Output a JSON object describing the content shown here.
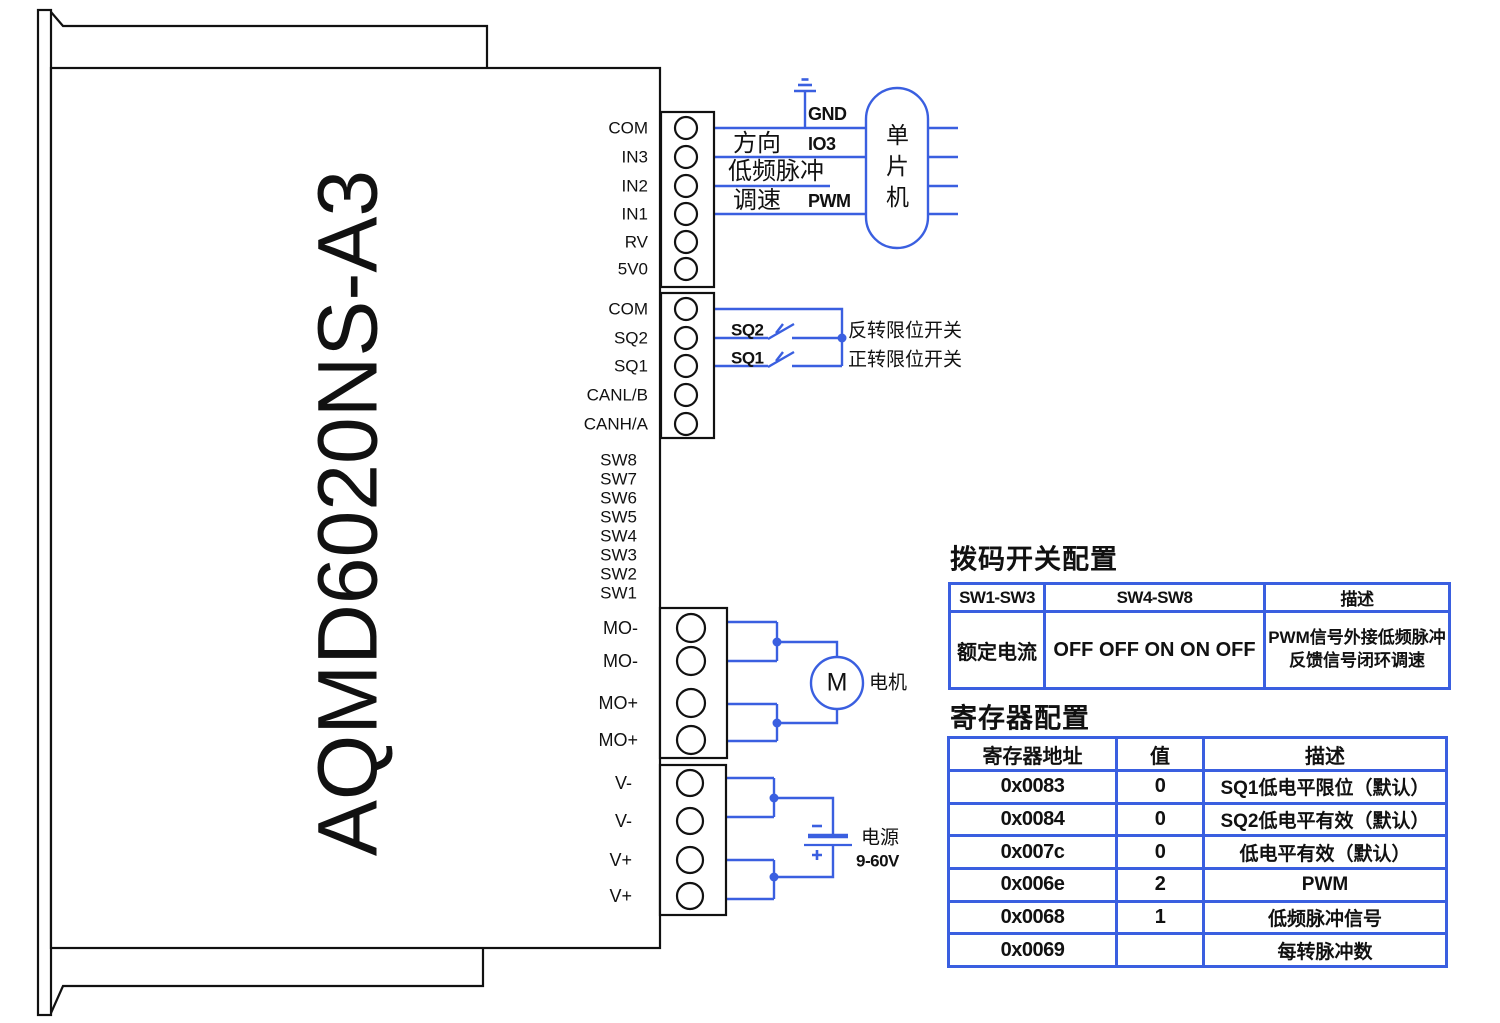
{
  "colors": {
    "accent_blue": "#3a5fe0",
    "line_black": "#111111",
    "background": "#ffffff"
  },
  "device": {
    "model": "AQMD6020NS-A3",
    "signal_pins": [
      "COM",
      "IN3",
      "IN2",
      "IN1",
      "RV",
      "5V0"
    ],
    "control_pins": [
      "COM",
      "SQ2",
      "SQ1",
      "CANL/B",
      "CANH/A"
    ],
    "dip_pins": [
      "SW8",
      "SW7",
      "SW6",
      "SW5",
      "SW4",
      "SW3",
      "SW2",
      "SW1"
    ],
    "motor_pins": [
      "MO-",
      "MO-",
      "MO+",
      "MO+"
    ],
    "power_pins": [
      "V-",
      "V-",
      "V+",
      "V+"
    ]
  },
  "mcu": {
    "label": "单片机",
    "pin_gnd": "GND",
    "pin_io3": "IO3",
    "pin_pwm": "PWM"
  },
  "wire_labels": {
    "direction": "方向",
    "low_freq_pulse": "低频脉冲",
    "speed": "调速"
  },
  "limit_switches": {
    "sq2": "SQ2",
    "sq1": "SQ1",
    "sq2_desc": "反转限位开关",
    "sq1_desc": "正转限位开关"
  },
  "motor": {
    "symbol": "M",
    "label": "电机"
  },
  "power_supply": {
    "label": "电源",
    "voltage": "9-60V",
    "polarity_top": "-",
    "polarity_bottom": "+"
  },
  "dip_table": {
    "title": "拨码开关配置",
    "headers": [
      "SW1-SW3",
      "SW4-SW8",
      "描述"
    ],
    "rows": [
      [
        "额定电流",
        "OFF OFF ON ON OFF",
        "PWM信号外接低频脉冲反馈信号闭环调速"
      ]
    ]
  },
  "register_table": {
    "title": "寄存器配置",
    "headers": [
      "寄存器地址",
      "值",
      "描述"
    ],
    "rows": [
      [
        "0x0083",
        "0",
        "SQ1低电平限位（默认）"
      ],
      [
        "0x0084",
        "0",
        "SQ2低电平有效（默认）"
      ],
      [
        "0x007c",
        "0",
        "低电平有效（默认）"
      ],
      [
        "0x006e",
        "2",
        "PWM"
      ],
      [
        "0x0068",
        "1",
        "低频脉冲信号"
      ],
      [
        "0x0069",
        "",
        "每转脉冲数"
      ]
    ]
  }
}
